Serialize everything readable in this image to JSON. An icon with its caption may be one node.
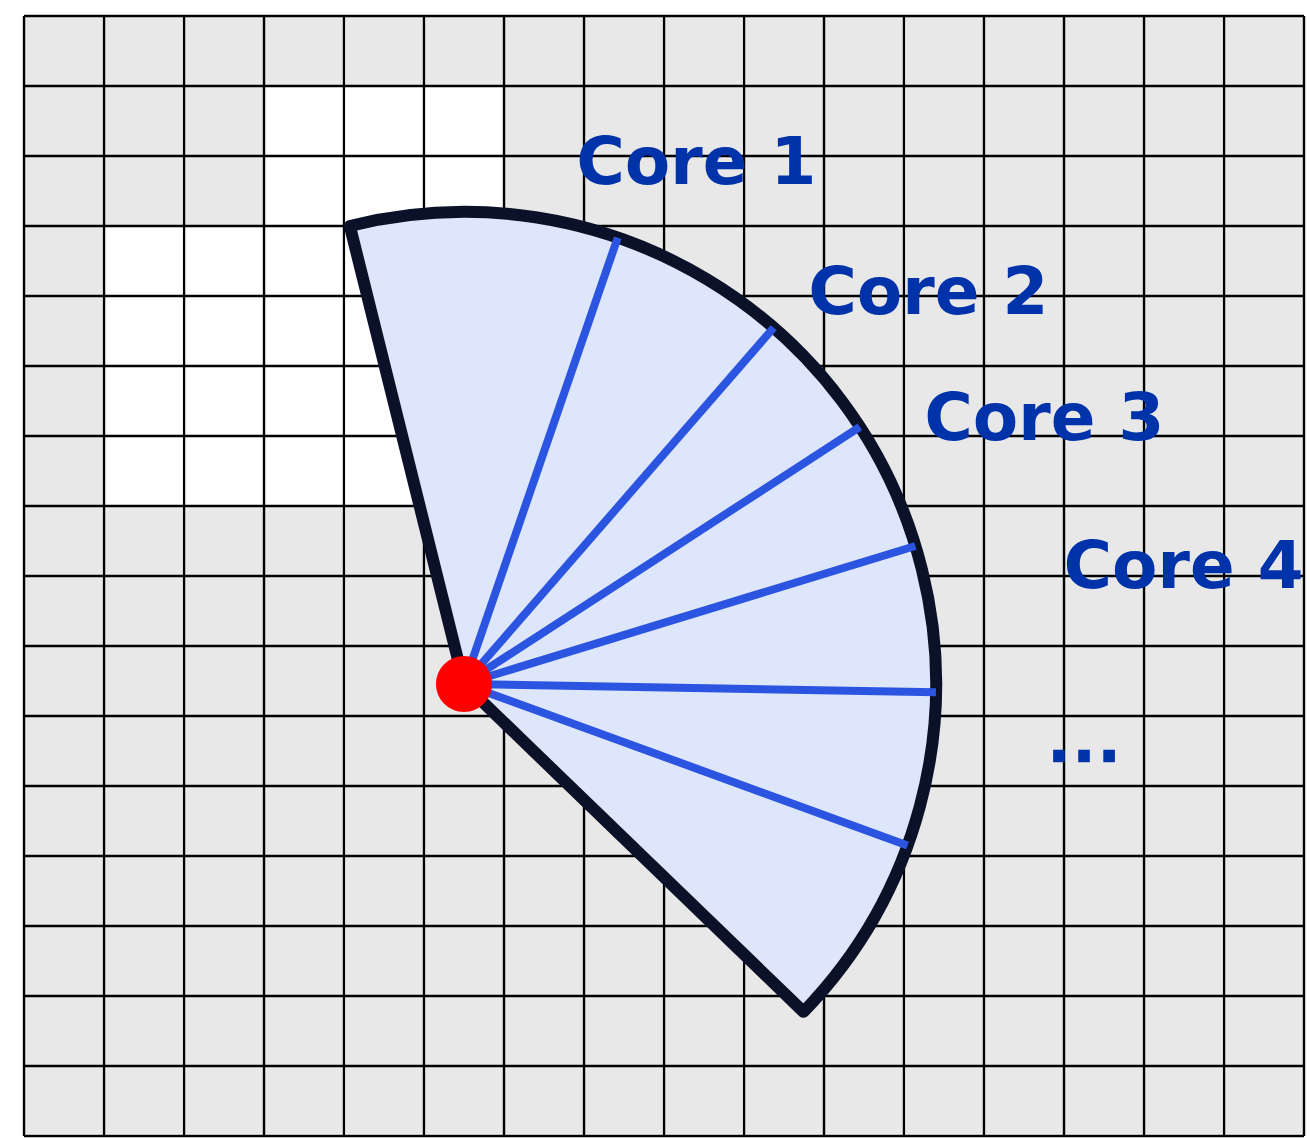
{
  "diagram": {
    "labels": [
      "Core 1",
      "Core 2",
      "Core 3",
      "Core 4",
      "..."
    ]
  }
}
